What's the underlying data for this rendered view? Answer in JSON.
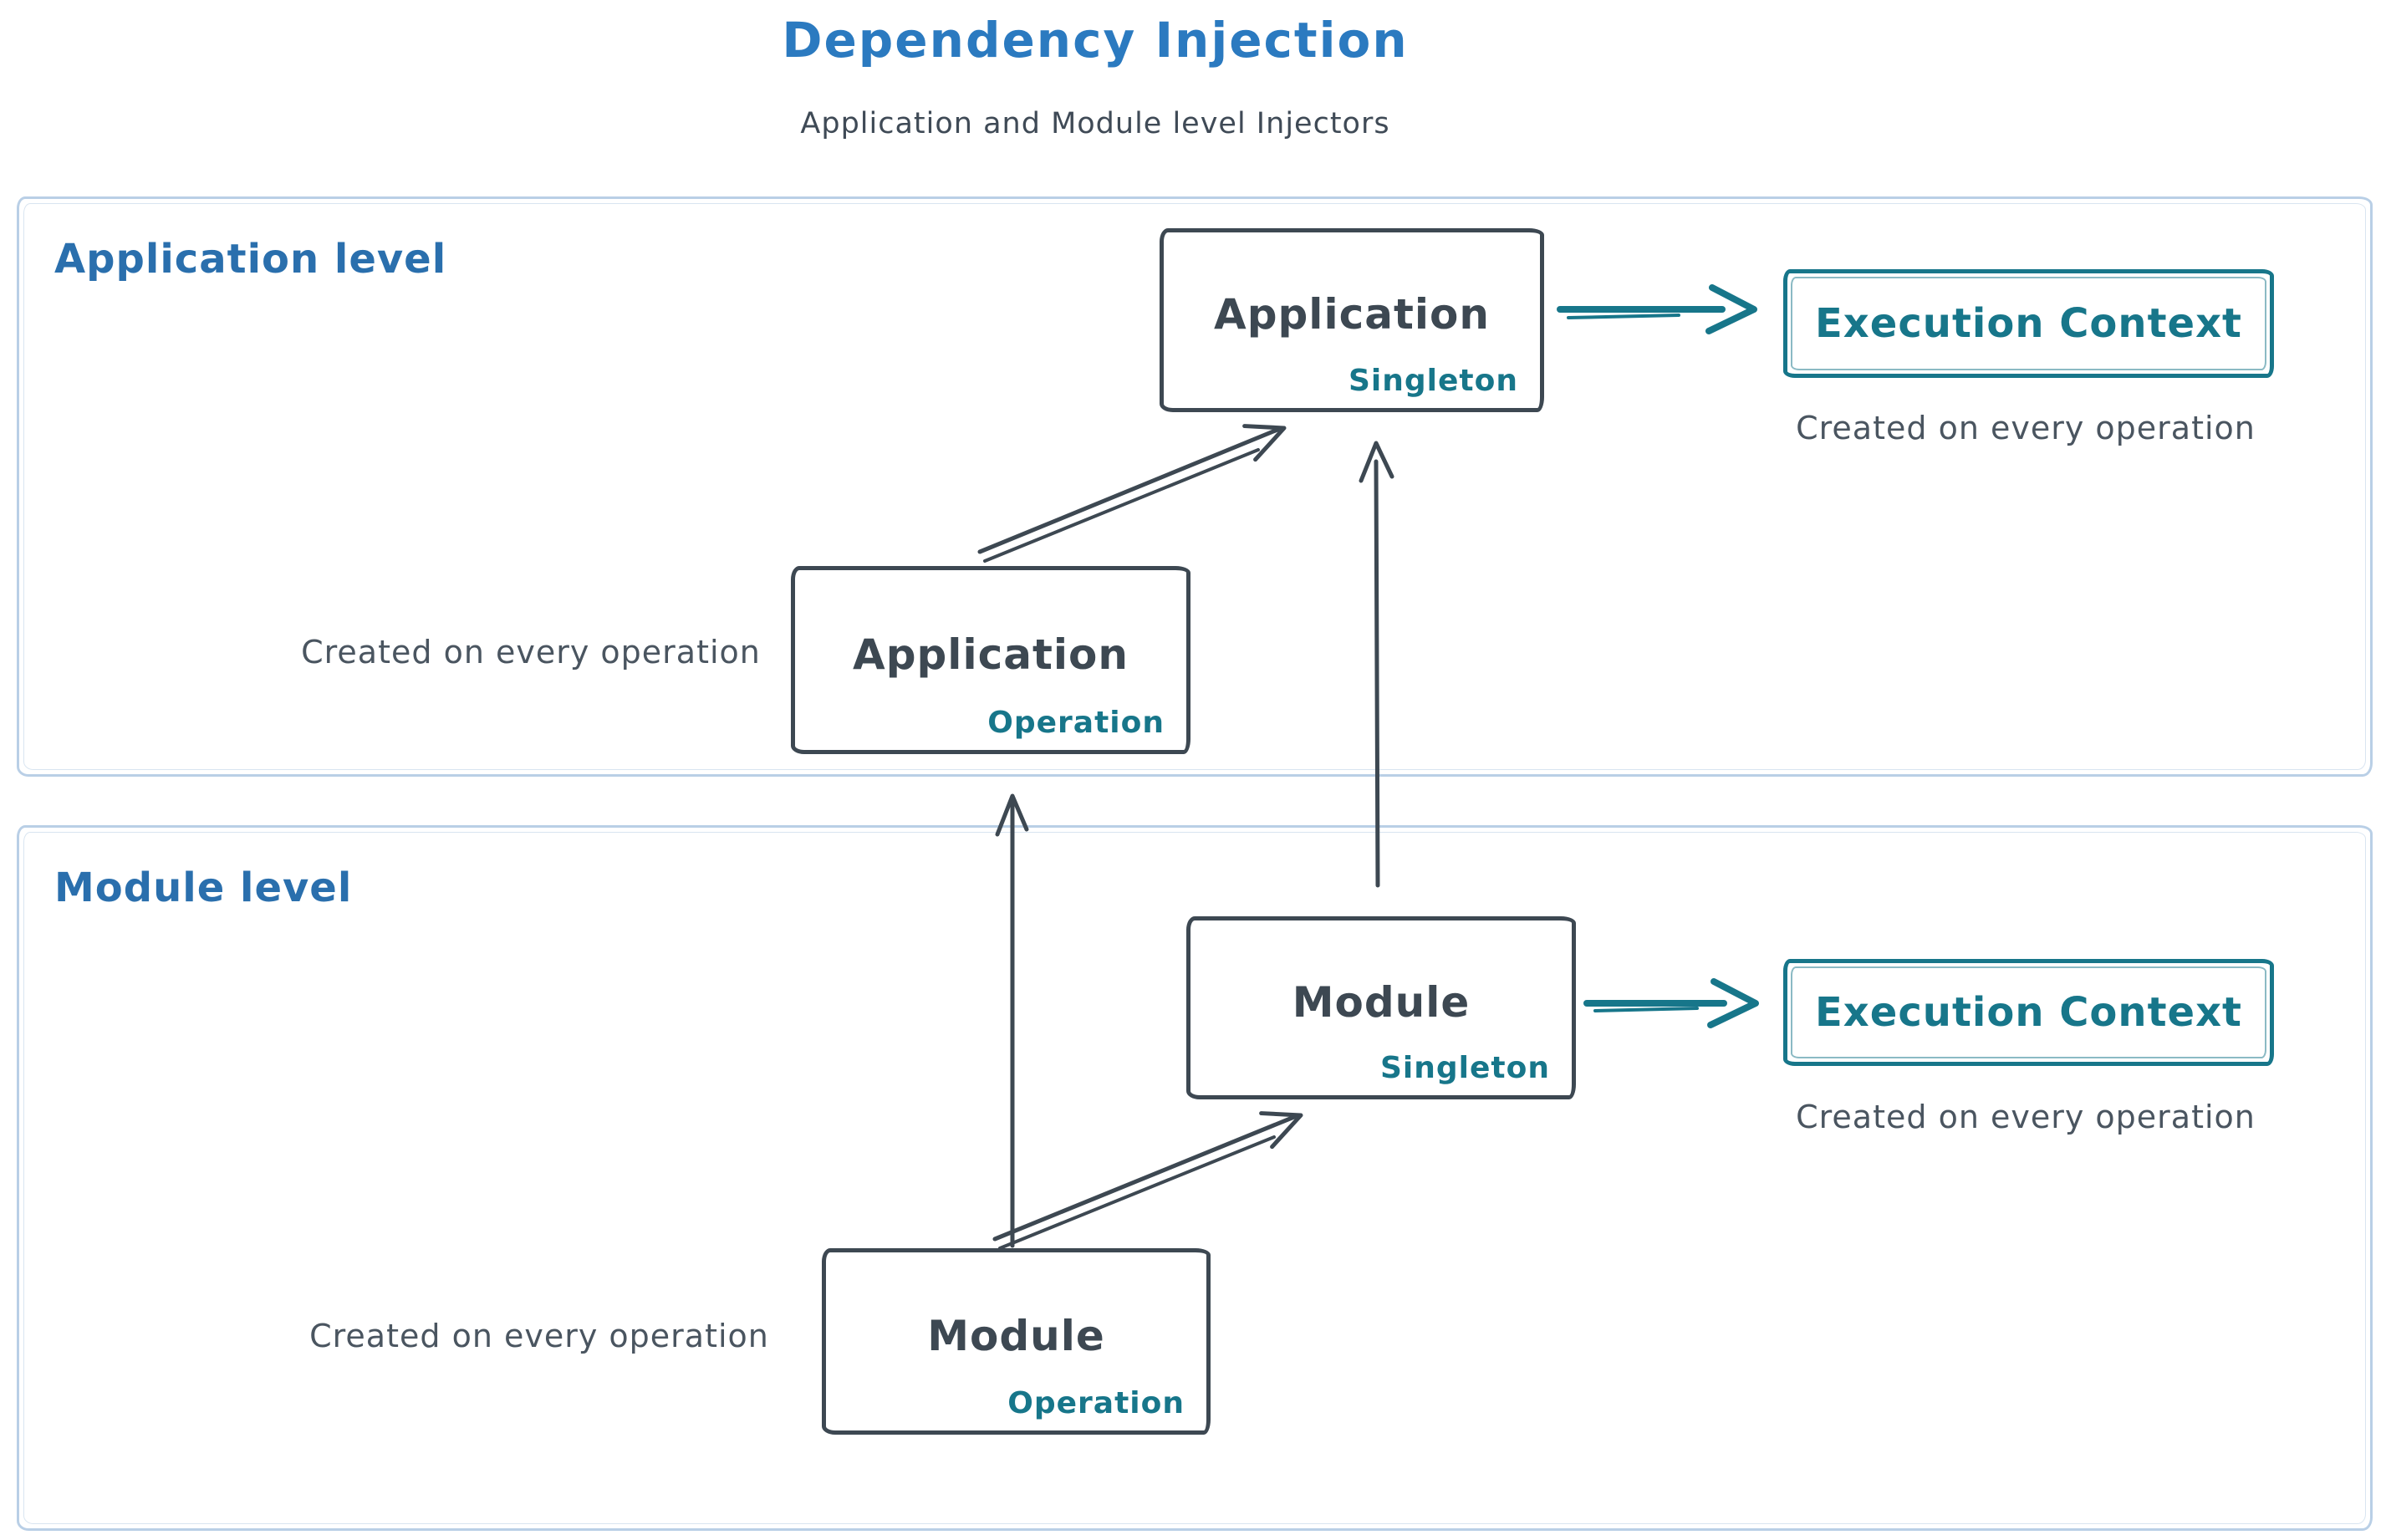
{
  "title": {
    "text": "Dependency Injection",
    "subtitle": "Application and Module level Injectors"
  },
  "colors": {
    "title_blue": "#2b7ac0",
    "label_blue": "#2a6fad",
    "ink": "#3d4852",
    "teal": "#17768a",
    "panel_border": "#b9cfe6"
  },
  "panels": {
    "application": {
      "label": "Application level"
    },
    "module": {
      "label": "Module level"
    }
  },
  "boxes": {
    "app_singleton": {
      "name": "Application",
      "scope": "Singleton"
    },
    "app_operation": {
      "name": "Application",
      "scope": "Operation"
    },
    "module_singleton": {
      "name": "Module",
      "scope": "Singleton"
    },
    "module_operation": {
      "name": "Module",
      "scope": "Operation"
    },
    "app_execution_context": {
      "name": "Execution Context",
      "caption": "Created on every operation"
    },
    "module_execution_context": {
      "name": "Execution Context",
      "caption": "Created on every operation"
    }
  },
  "captions": {
    "app_operation": "Created on every operation",
    "module_operation": "Created on every operation"
  }
}
